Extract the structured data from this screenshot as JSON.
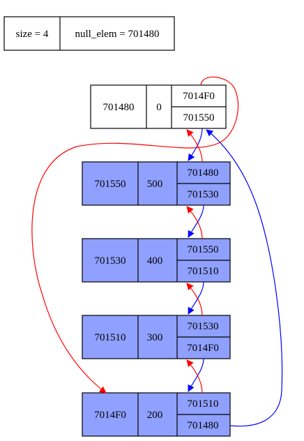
{
  "colors": {
    "node_fill": "#8fa0ff",
    "null_fill": "#ffffff",
    "prev_arrow": "#ff0000",
    "next_arrow": "#0000ff"
  },
  "info": {
    "size_label": "size = 4",
    "null_label": "null_elem = 701480"
  },
  "null_node": {
    "addr": "701480",
    "value": "0",
    "prev": "7014F0",
    "next": "701550"
  },
  "nodes": [
    {
      "addr": "701550",
      "value": "500",
      "prev": "701480",
      "next": "701530"
    },
    {
      "addr": "701530",
      "value": "400",
      "prev": "701550",
      "next": "701510"
    },
    {
      "addr": "701510",
      "value": "300",
      "prev": "701530",
      "next": "7014F0"
    },
    {
      "addr": "7014F0",
      "value": "200",
      "prev": "701510",
      "next": "701480"
    }
  ]
}
